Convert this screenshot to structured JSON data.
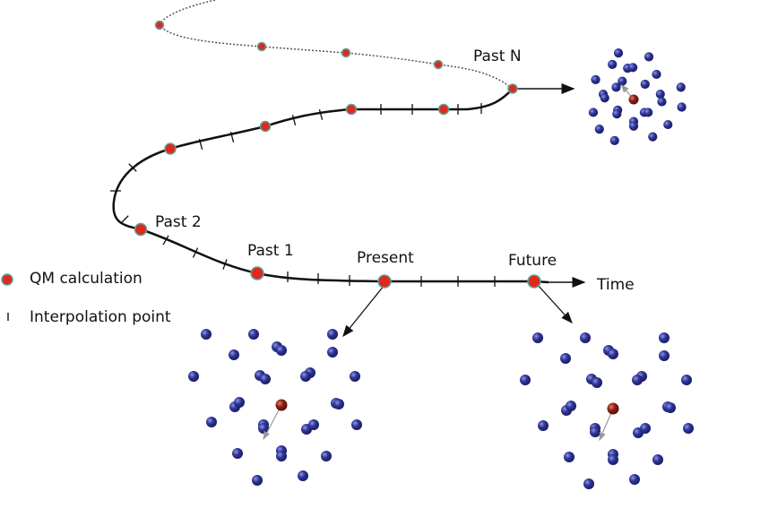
{
  "labels": {
    "past_n": "Past N",
    "past_2": "Past 2",
    "past_1": "Past 1",
    "present": "Present",
    "future": "Future",
    "time": "Time"
  },
  "legend": {
    "qm_calculation": "QM calculation",
    "interpolation_point": "Interpolation point"
  },
  "colors": {
    "qm_point": "#e0281f",
    "qm_point_ring": "#5aa69a",
    "atom": "#2b2f8f",
    "central_atom": "#8a1a14",
    "trajectory": "#111111"
  }
}
